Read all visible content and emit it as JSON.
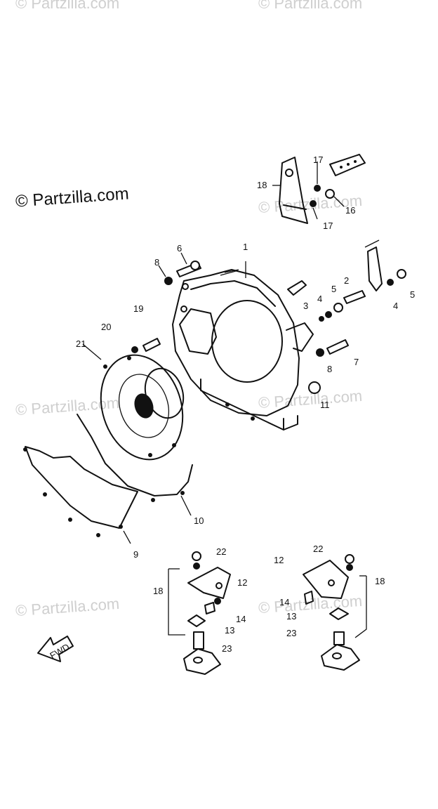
{
  "watermark": {
    "text": "© Partzilla.com",
    "color_faint": "#cfcfcf",
    "color_strong": "#111111"
  },
  "callouts": {
    "c1": "1",
    "c2": "2",
    "c3": "3",
    "c4a": "4",
    "c4b": "4",
    "c5a": "5",
    "c5b": "5",
    "c6": "6",
    "c7": "7",
    "c8a": "8",
    "c8b": "8",
    "c9": "9",
    "c10": "10",
    "c11": "11",
    "c12a": "12",
    "c12b": "12",
    "c13a": "13",
    "c13b": "13",
    "c14a": "14",
    "c14b": "14",
    "c16": "16",
    "c17a": "17",
    "c17b": "17",
    "c18a": "18",
    "c18b": "18",
    "c18c": "18",
    "c19": "19",
    "c20": "20",
    "c21": "21",
    "c22a": "22",
    "c22b": "22",
    "c23a": "23",
    "c23b": "23"
  },
  "fwd": {
    "text": "FWD"
  }
}
